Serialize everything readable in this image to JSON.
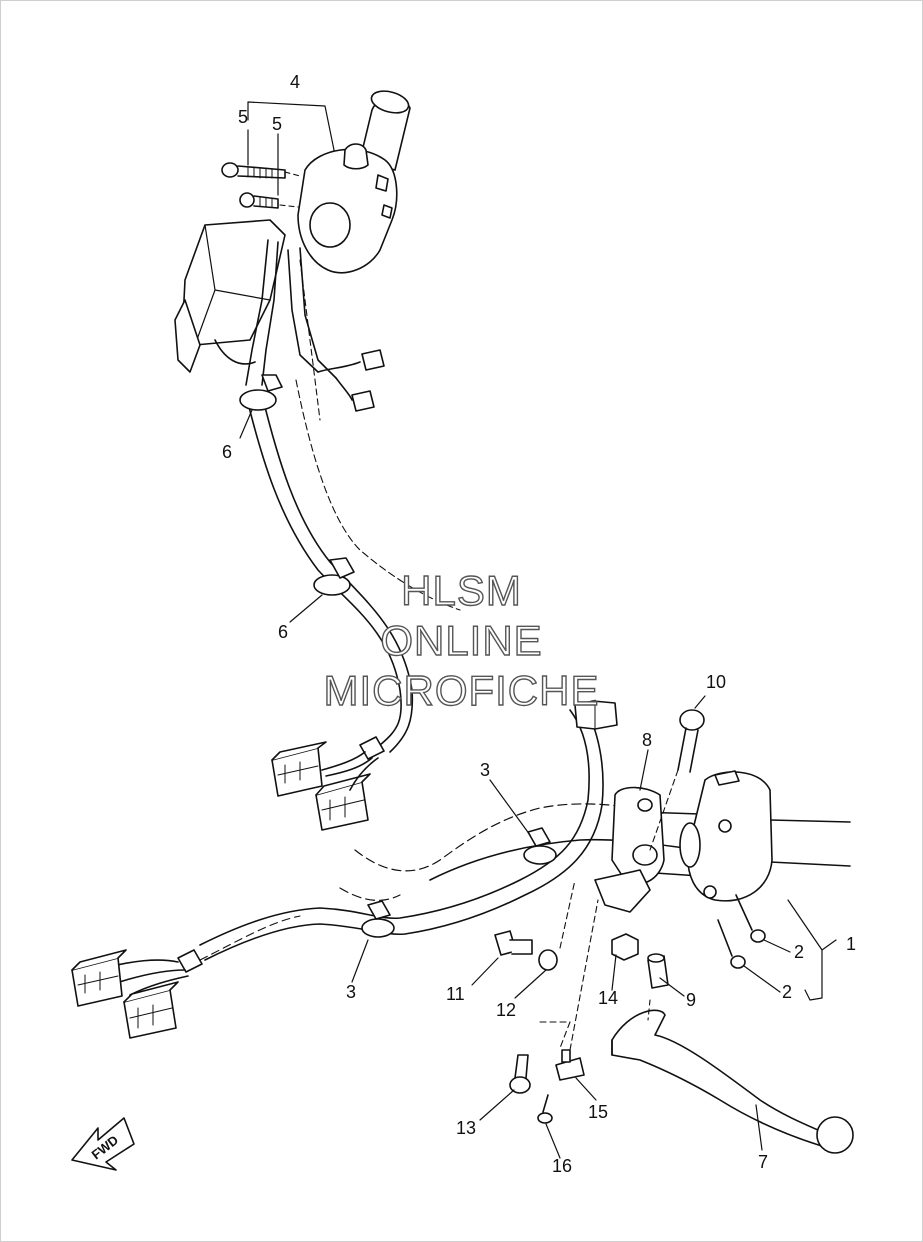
{
  "watermark": {
    "line1": "HLSM",
    "line2": "ONLINE",
    "line3": "MICROFICHE"
  },
  "direction_arrow": {
    "label": "FWD",
    "icon": "forward-arrow-icon"
  },
  "callouts": [
    "4",
    "5",
    "5",
    "6",
    "6",
    "10",
    "8",
    "3",
    "3",
    "1",
    "2",
    "2",
    "11",
    "12",
    "14",
    "9",
    "15",
    "13",
    "16",
    "7"
  ],
  "colors": {
    "line": "#111111",
    "watermark_stroke": "#555555",
    "background": "#ffffff"
  }
}
